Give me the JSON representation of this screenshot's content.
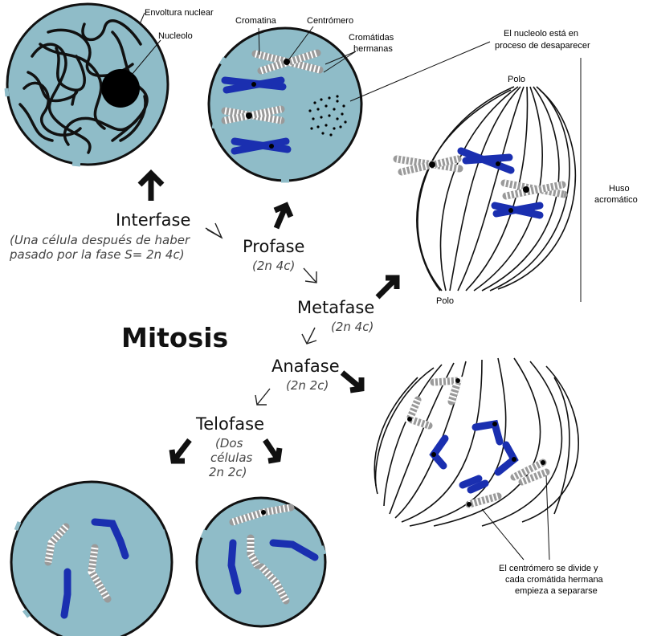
{
  "title": "Mitosis",
  "stages": {
    "interfase": {
      "name": "Interfase",
      "note_line1": "(Una célula después de haber",
      "note_line2": "pasado por la fase S= 2n 4c)"
    },
    "profase": {
      "name": "Profase",
      "sub": "(2n 4c)"
    },
    "metafase": {
      "name": "Metafase",
      "sub": "(2n 4c)"
    },
    "anafase": {
      "name": "Anafase",
      "sub": "(2n 2c)"
    },
    "telofase": {
      "name": "Telofase",
      "sub_line1": "(Dos",
      "sub_line2": "células",
      "sub_line3": "2n 2c)"
    }
  },
  "labels": {
    "envoltura": "Envoltura nuclear",
    "nucleolo": "Nucleolo",
    "cromatina": "Cromatina",
    "centromero": "Centrómero",
    "cromatidas_line1": "Cromátidas",
    "cromatidas_line2": "hermanas",
    "nucleolo_desap_line1": "El nucleolo está en",
    "nucleolo_desap_line2": "proceso de desaparecer",
    "polo_top": "Polo",
    "polo_bottom": "Polo",
    "huso_line1": "Huso",
    "huso_line2": "acromático",
    "centromero_divide_line1": "El centrómero se divide y",
    "centromero_divide_line2": "cada cromátida hermana",
    "centromero_divide_line3": "empieza a separarse"
  },
  "colors": {
    "cell": "#8fbcc8",
    "chromosome_blue": "#1a2fb0",
    "chromosome_gray": "#9a9a9a"
  }
}
